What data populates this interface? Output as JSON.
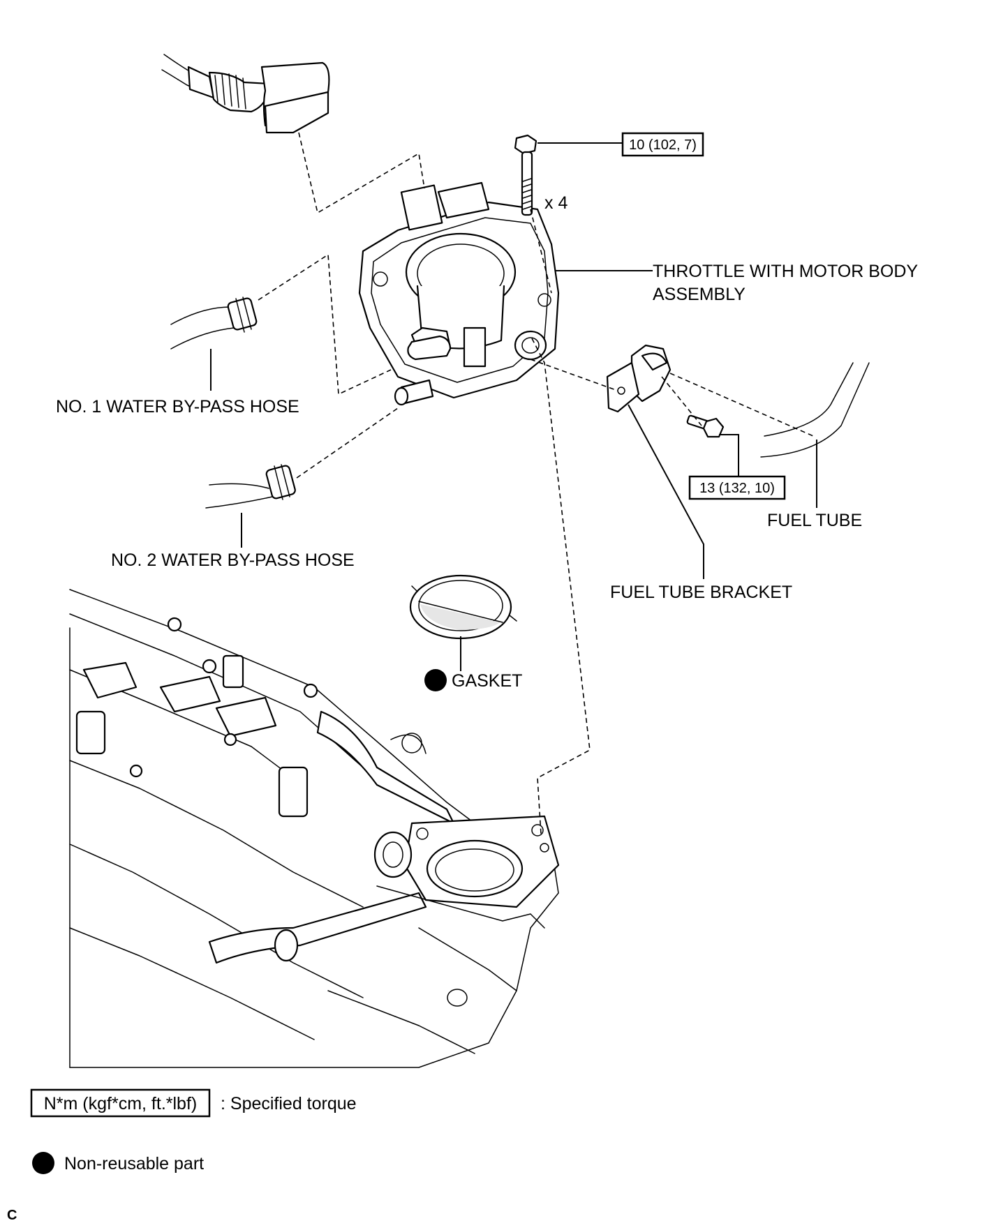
{
  "labels": {
    "throttle_line1": "THROTTLE WITH MOTOR BODY",
    "throttle_line2": "ASSEMBLY",
    "water_hose_1": "NO. 1 WATER BY-PASS HOSE",
    "water_hose_2": "NO. 2 WATER BY-PASS HOSE",
    "fuel_tube": "FUEL TUBE",
    "fuel_tube_bracket": "FUEL TUBE BRACKET",
    "gasket": "GASKET",
    "bolt_qty": "x 4"
  },
  "torque": {
    "bolt_throttle": "10 (102, 7)",
    "bolt_bracket": "13 (132, 10)"
  },
  "legend": {
    "torque_box": "N*m (kgf*cm, ft.*lbf)",
    "torque_text": ": Specified torque",
    "nonreusable_text": "Non-reusable part"
  },
  "corner_mark": "C"
}
